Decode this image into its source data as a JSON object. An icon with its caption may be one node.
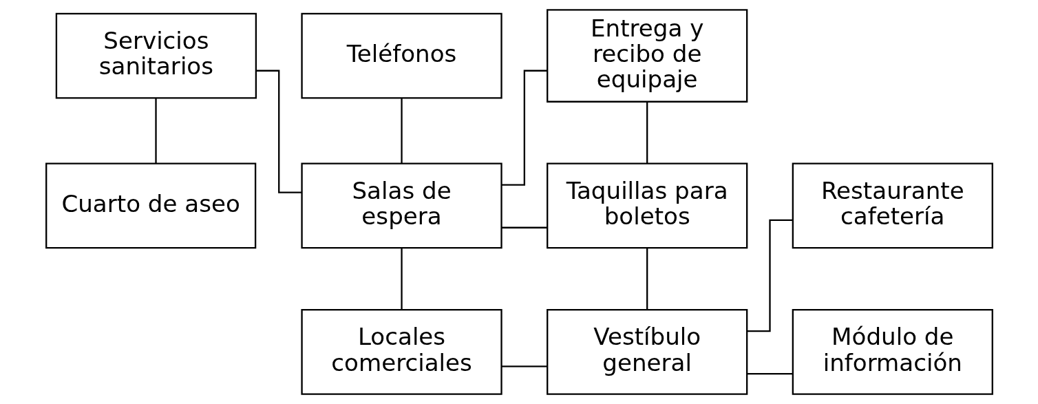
{
  "diagram": {
    "nodes": [
      {
        "text": [
          "Servicios sanitarios"
        ]
      },
      {
        "text": [
          "Teléfonos"
        ]
      },
      {
        "text": [
          "Entrega y recibo de equipaje"
        ]
      },
      {
        "text": [
          "Cuarto de aseo"
        ]
      },
      {
        "text": [
          "Salas de espera"
        ]
      },
      {
        "text": [
          "Taquillas para boletos"
        ]
      },
      {
        "text": [
          "Restaurante cafetería"
        ]
      },
      {
        "text": [
          "Locales comerciales"
        ]
      },
      {
        "text": [
          "Vestíbulo general"
        ]
      },
      {
        "text": [
          "Módulo de información"
        ]
      }
    ],
    "edges": [
      {
        "from": 0,
        "to": 3,
        "arrow": "none"
      },
      {
        "from": 0,
        "to": 4,
        "arrow": "none"
      },
      {
        "from": 1,
        "to": 4,
        "arrow": "none"
      },
      {
        "from": 2,
        "to": 4,
        "arrow": "none"
      },
      {
        "from": 2,
        "to": 5,
        "arrow": "none"
      },
      {
        "from": 4,
        "to": 5,
        "arrow": "none"
      },
      {
        "from": 4,
        "to": 7,
        "arrow": "none"
      },
      {
        "from": 5,
        "to": 8,
        "arrow": "none"
      },
      {
        "from": 6,
        "to": 8,
        "arrow": "none"
      },
      {
        "from": 7,
        "to": 8,
        "arrow": "none"
      },
      {
        "from": 8,
        "to": 9,
        "arrow": "none"
      }
    ]
  }
}
